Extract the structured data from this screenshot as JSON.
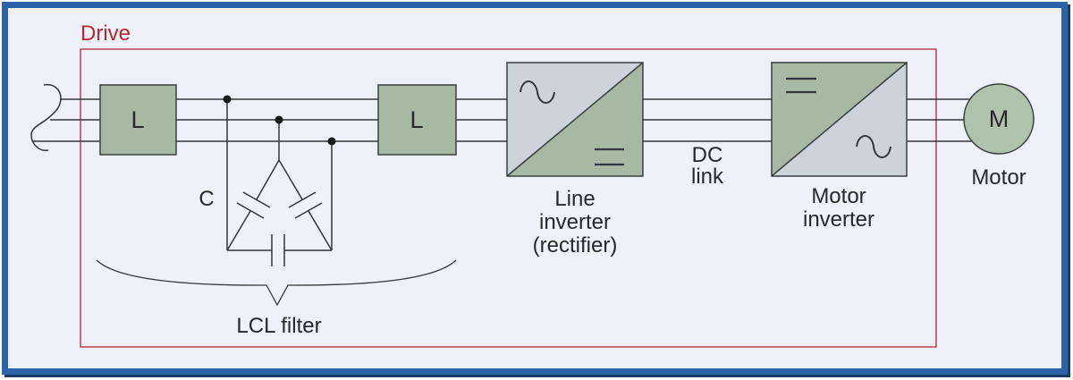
{
  "colors": {
    "frame_blue": "#2d64a9",
    "frame_shadow": "#1a3c66",
    "background": "#eef1f9",
    "sage_green": "#a7b9a3",
    "steel_gray": "#cdd3da",
    "motor_green": "#afc2ab",
    "drive_red": "#b5282f",
    "line_dark": "#33363a",
    "text_dark": "#26282b"
  },
  "drive": {
    "label": "Drive"
  },
  "components": {
    "inductor1": {
      "label": "L"
    },
    "inductor2": {
      "label": "L"
    },
    "capacitor": {
      "label": "C"
    },
    "lcl_filter": {
      "label": "LCL filter"
    },
    "line_inverter": {
      "label_lines": [
        "Line",
        "inverter",
        "(rectifier)"
      ]
    },
    "dc_link": {
      "label_lines": [
        "DC",
        "link"
      ]
    },
    "motor_inverter": {
      "label_lines": [
        "Motor",
        "inverter"
      ]
    },
    "motor": {
      "symbol": "M",
      "label": "Motor"
    }
  }
}
